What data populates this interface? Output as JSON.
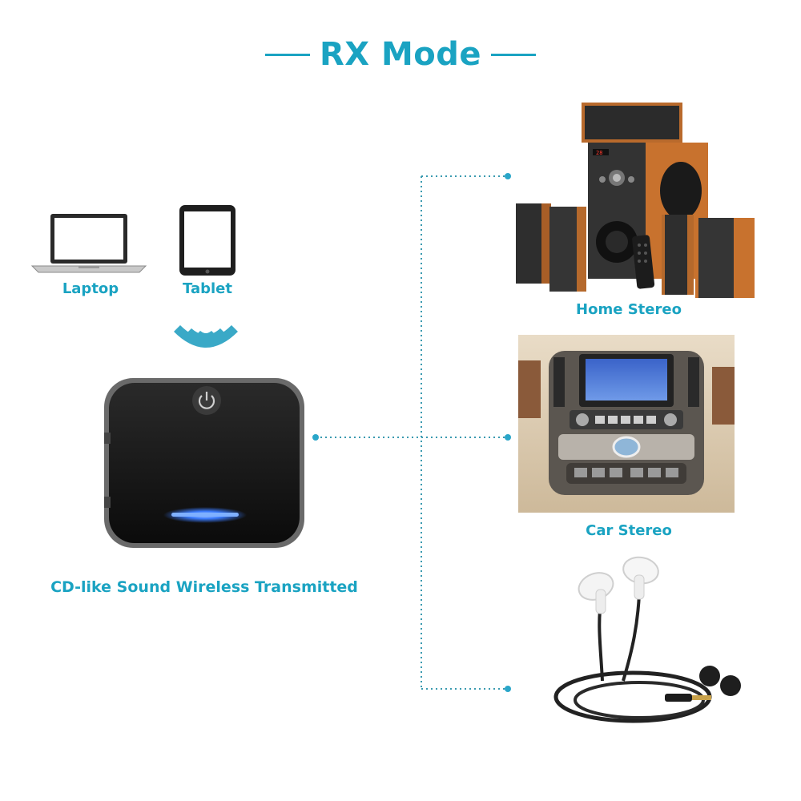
{
  "title": "RX Mode",
  "sources": {
    "laptop_label": "Laptop",
    "tablet_label": "Tablet"
  },
  "device": {
    "caption": "CD-like Sound Wireless Transmitted",
    "icons": [
      "power-icon",
      "wireless-signal-icon",
      "led-indicator"
    ]
  },
  "outputs": [
    {
      "label": "Home Stereo",
      "icon": "home-stereo-image"
    },
    {
      "label": "Car Stereo",
      "icon": "car-stereo-image"
    },
    {
      "label": "",
      "icon": "earphones-image"
    }
  ],
  "colors": {
    "accent": "#1aa3c2",
    "dots": "#3a9ab0",
    "led": "#3a7bff"
  }
}
